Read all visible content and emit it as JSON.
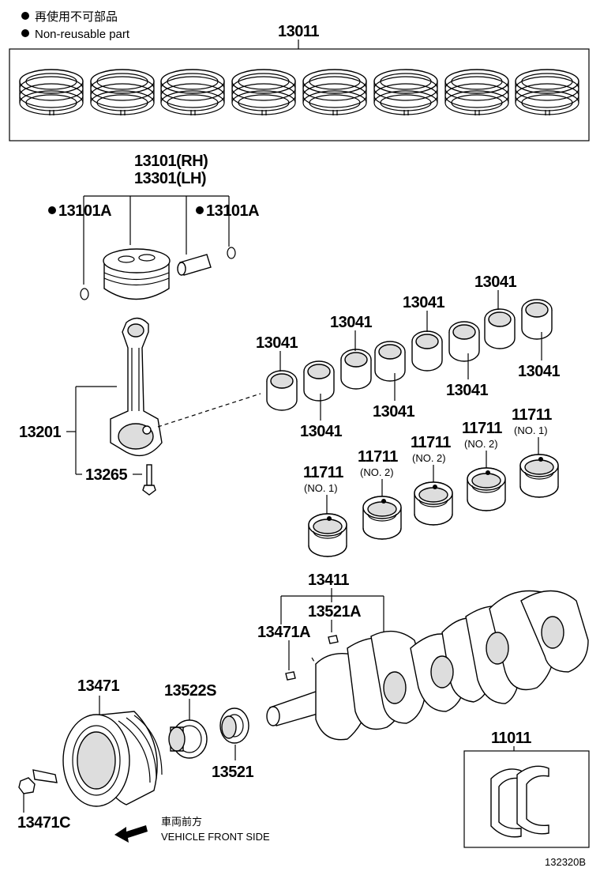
{
  "legend": {
    "line1": "再使用不可部品",
    "line2": "Non-reusable part"
  },
  "front": {
    "jp": "車両前方",
    "en": "VEHICLE FRONT SIDE"
  },
  "diagram_code": "132320B",
  "parts": {
    "p13011": "13011",
    "p13101rh": "13101(RH)",
    "p13301lh": "13301(LH)",
    "p13101a_left": "13101A",
    "p13101a_right": "13101A",
    "p13201": "13201",
    "p13265": "13265",
    "brg_a": "13041",
    "brg_b": "13041",
    "brg_c": "13041",
    "brg_d": "13041",
    "brg_e": "13041",
    "brg_f": "13041",
    "brg_g": "13041",
    "brg_h": "13041",
    "m1": "11711",
    "m1_sub": "(NO. 1)",
    "m2": "11711",
    "m2_sub": "(NO. 2)",
    "m3": "11711",
    "m3_sub": "(NO. 2)",
    "m4": "11711",
    "m4_sub": "(NO. 2)",
    "m5": "11711",
    "m5_sub": "(NO. 1)",
    "p13411": "13411",
    "p13521a": "13521A",
    "p13471a": "13471A",
    "p13471": "13471",
    "p13522s": "13522S",
    "p13521": "13521",
    "p13471c": "13471C",
    "p11011": "11011"
  },
  "icons": {
    "non_reusable_mark": "filled-dot-icon",
    "front_arrow": "arrow-left-icon"
  }
}
